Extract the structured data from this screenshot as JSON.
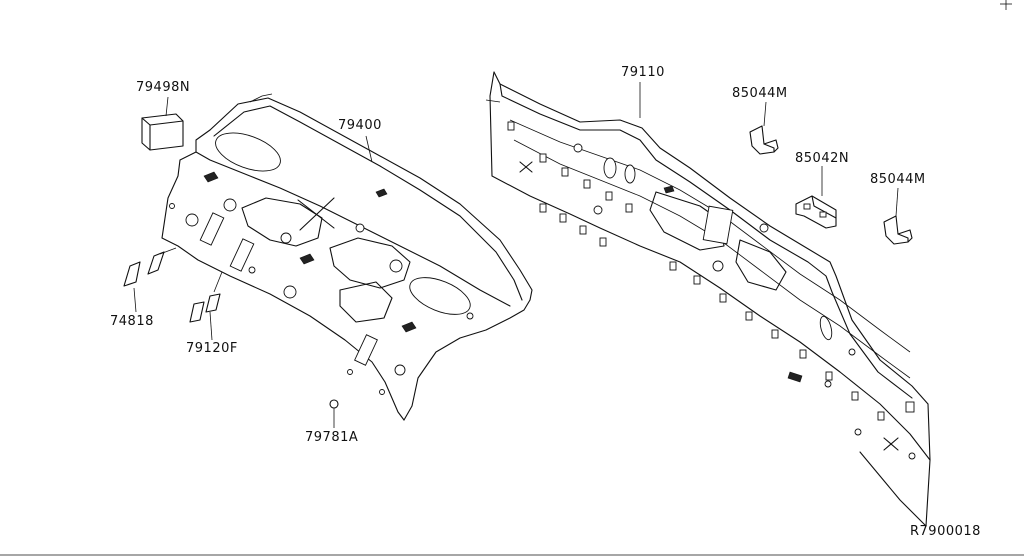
{
  "diagram": {
    "callouts": [
      {
        "id": "79498N",
        "text": "79498N"
      },
      {
        "id": "79400",
        "text": "79400"
      },
      {
        "id": "74818",
        "text": "74818"
      },
      {
        "id": "79120F",
        "text": "79120F"
      },
      {
        "id": "79781A",
        "text": "79781A"
      },
      {
        "id": "79110",
        "text": "79110"
      },
      {
        "id": "85044M_top",
        "text": "85044M"
      },
      {
        "id": "85042N",
        "text": "85042N"
      },
      {
        "id": "85044M_bottom",
        "text": "85044M"
      }
    ],
    "reference_code": "R7900018"
  }
}
